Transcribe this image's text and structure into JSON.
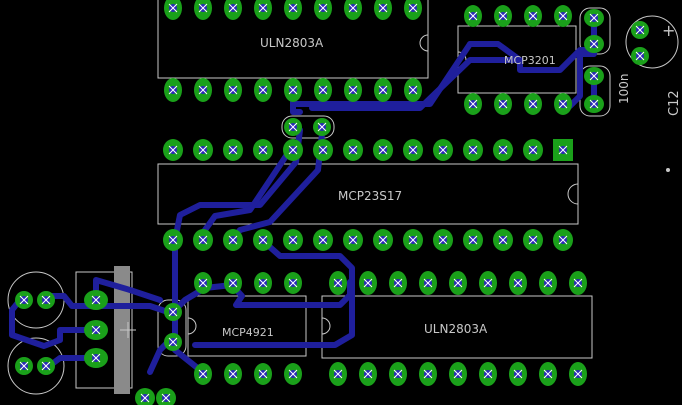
{
  "board_labels": {
    "top_left_chip": "ULN2803A",
    "top_right_chip": "MCP3201",
    "middle_chip": "MCP23S17",
    "bottom_left_chip": "MCP4921",
    "bottom_right_chip": "ULN2803A",
    "right_edge_ref": "C12",
    "right_cap_value": "100n",
    "right_cap_plus": "+"
  },
  "colors": {
    "background": "#000000",
    "trace": "#1f1f9c",
    "pad_ring": "#1aa01a",
    "pad_hole": "#2a2ab8",
    "silkscreen": "#c8c8c8"
  }
}
